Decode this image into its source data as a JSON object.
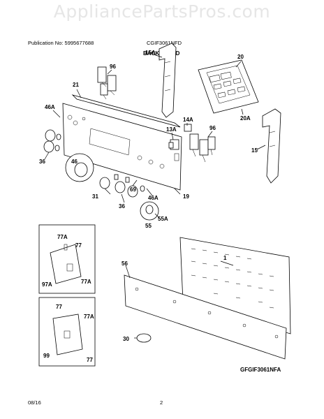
{
  "watermark": "AppliancePartsPros.com",
  "header": {
    "publication": "Publication No: 5995677688",
    "model": "CGIF3061NFD",
    "section_title": "BACKGUARD"
  },
  "callouts": {
    "c15A": "15A",
    "c20": "20",
    "c96a": "96",
    "c21": "21",
    "c46Aa": "46A",
    "c14A": "14A",
    "c13A": "13A",
    "c96b": "96",
    "c20A": "20A",
    "c15": "15",
    "c36a": "36",
    "c46": "46",
    "c69": "69",
    "c31": "31",
    "c36b": "36",
    "c46Ab": "46A",
    "c19": "19",
    "c55": "55",
    "c55A": "55A",
    "c77Aa": "77A",
    "c77a": "77",
    "c97A": "97A",
    "c77Ab": "77A",
    "c1": "1",
    "c56": "56",
    "c77b": "77",
    "c77Ac": "77A",
    "c99": "99",
    "c77c": "77",
    "c30": "30"
  },
  "diagram_code": "GFGIF3061NFA",
  "footer": {
    "date": "08/16",
    "page": "2"
  }
}
